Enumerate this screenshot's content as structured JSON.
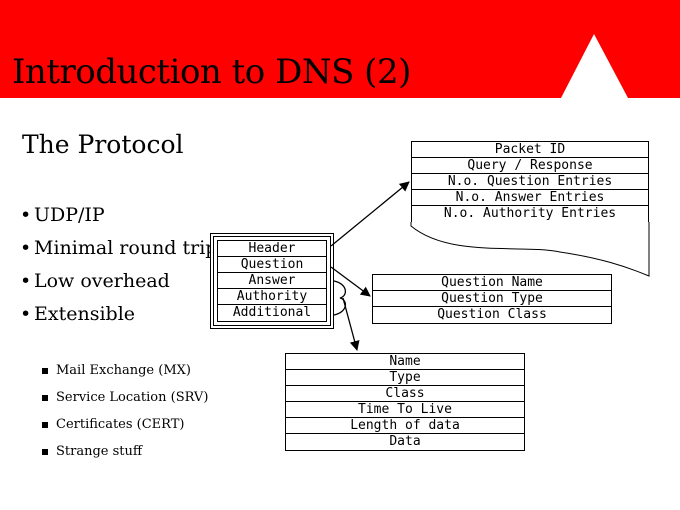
{
  "slide": {
    "title": "Introduction to DNS (2)",
    "subtitle": "The Protocol",
    "bullets": [
      "UDP/IP",
      "Minimal round trip",
      "Low overhead",
      "Extensible"
    ],
    "sub_bullets": [
      "Mail Exchange (MX)",
      "Service Location (SRV)",
      "Certificates (CERT)",
      "Strange stuff"
    ]
  },
  "diagram": {
    "message_sections": [
      "Header",
      "Question",
      "Answer",
      "Authority",
      "Additional"
    ],
    "header_fields": [
      "Packet ID",
      "Query / Response",
      "N.o. Question Entries",
      "N.o. Answer Entries",
      "N.o. Authority Entries",
      ".",
      ".",
      "."
    ],
    "question_fields": [
      "Question Name",
      "Question Type",
      "Question Class"
    ],
    "record_fields": [
      "Name",
      "Type",
      "Class",
      "Time To Live",
      "Length of data",
      "Data"
    ]
  },
  "colors": {
    "header_band": "#ff0000",
    "text": "#000000",
    "background": "#ffffff"
  }
}
